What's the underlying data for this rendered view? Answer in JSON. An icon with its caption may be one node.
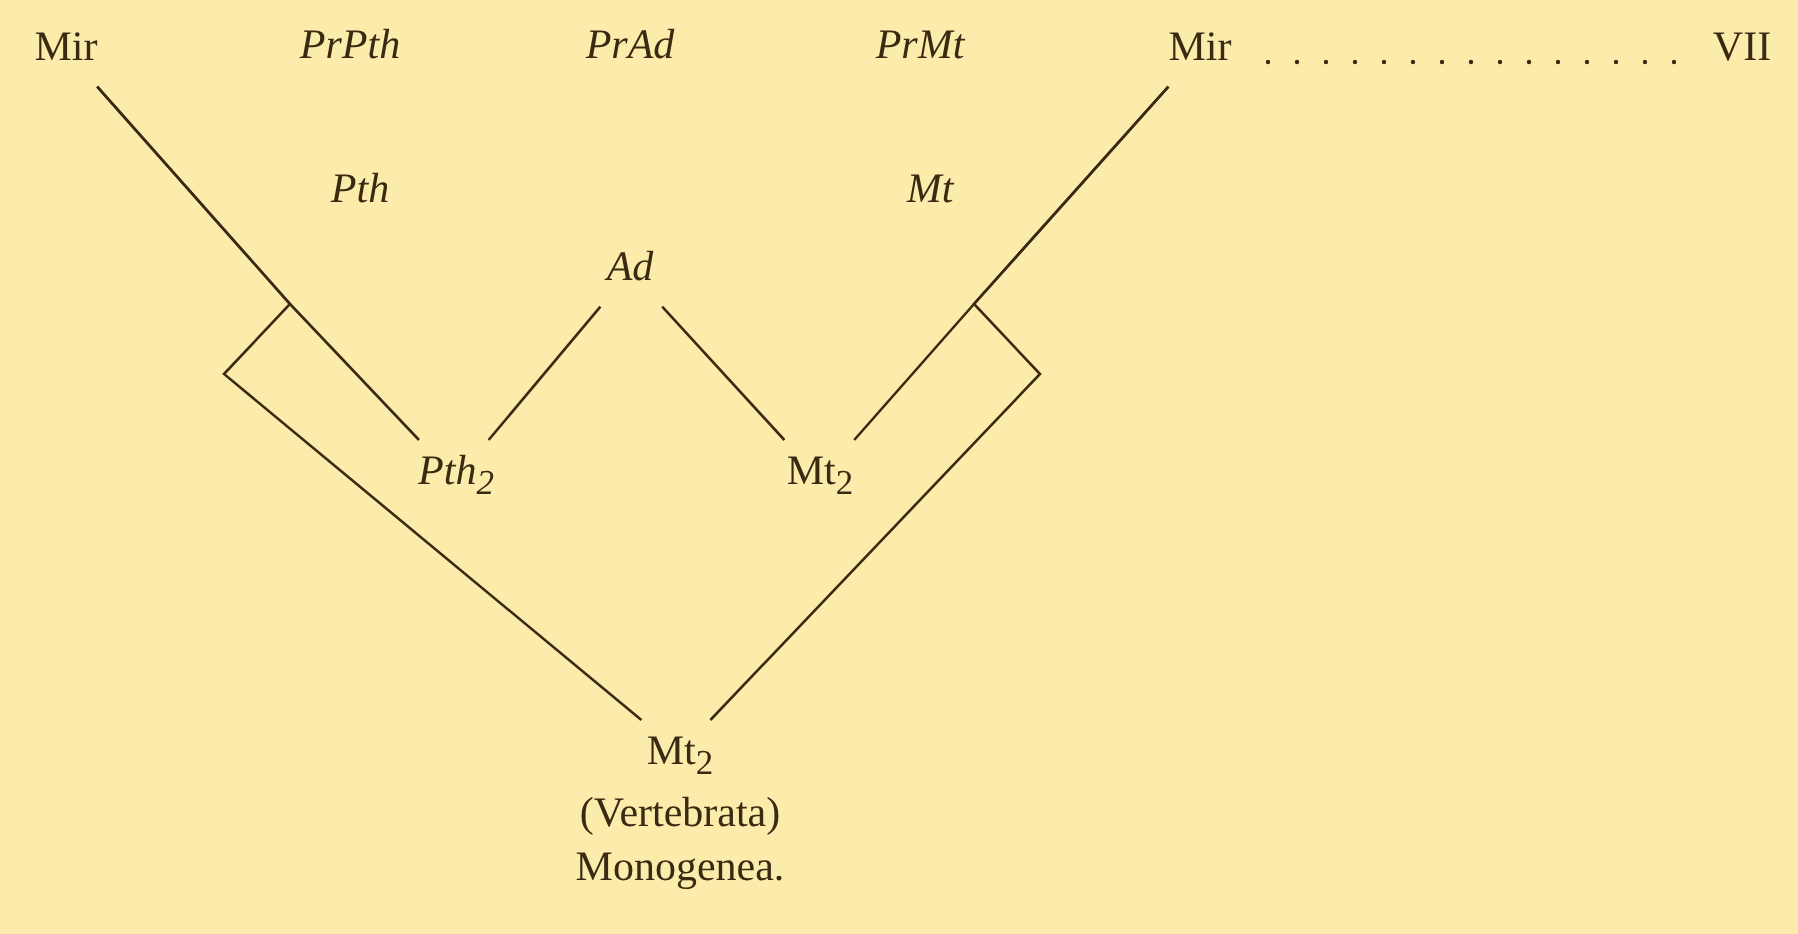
{
  "diagram": {
    "nodes": [
      {
        "text": [
          "Mir"
        ]
      },
      {
        "text": [
          "Ad"
        ]
      },
      {
        "text": [
          "Mir"
        ]
      },
      {
        "text": [
          "Pth$_{2}$"
        ]
      },
      {
        "text": [
          "Mt$_{2}$"
        ]
      },
      {
        "text": [
          "Mt$_{2}$",
          "(Vertebrata)",
          "Monogenea."
        ]
      },
      {
        "text": [
          "VII"
        ]
      }
    ],
    "edges": [
      {
        "from": 0,
        "to": 3,
        "arrow": "none"
      },
      {
        "from": 0,
        "to": 5,
        "arrow": "none"
      },
      {
        "from": 1,
        "to": 3,
        "arrow": "none"
      },
      {
        "from": 1,
        "to": 4,
        "arrow": "none"
      },
      {
        "from": 2,
        "to": 4,
        "arrow": "none"
      },
      {
        "from": 2,
        "to": 5,
        "arrow": "none"
      },
      {
        "from": 2,
        "to": 6,
        "arrow": "none",
        "style": "dashed"
      }
    ],
    "labels": [
      "PrPth",
      "PrAd",
      "PrMt",
      "Pth",
      "Mt"
    ]
  }
}
